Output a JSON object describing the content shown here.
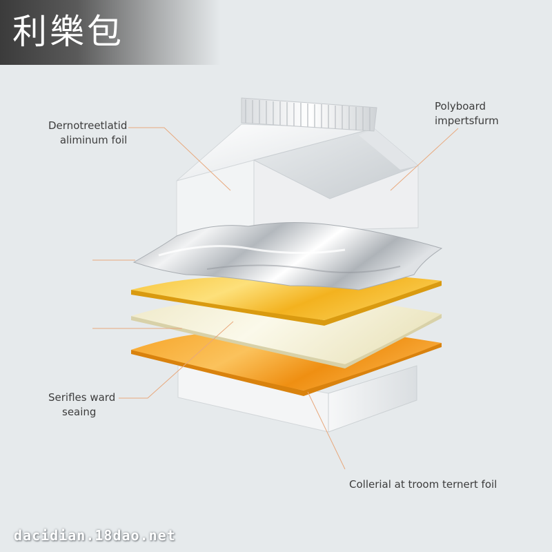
{
  "header": {
    "title": "利樂包"
  },
  "labels": {
    "aluminum_foil": {
      "line1": "Dernotreetlatid",
      "line2": "aliminum foil"
    },
    "polyboard": {
      "line1": "Polyboard",
      "line2": "impertsfurm"
    },
    "sealing": {
      "line1": "Serifles ward",
      "line2": "seaing"
    },
    "collerial": {
      "text": "Collerial at troom ternert foil"
    }
  },
  "footer": {
    "watermark": "dacidian.18dao.net"
  },
  "colors": {
    "background": "#e6eaec",
    "leader_line": "#e8a87c",
    "carton": "#f4f5f6",
    "foil": "#c9cdd1",
    "gold_layer": "#f4b92a",
    "cream_layer": "#f3f0d8",
    "orange_layer": "#f29a1c"
  }
}
